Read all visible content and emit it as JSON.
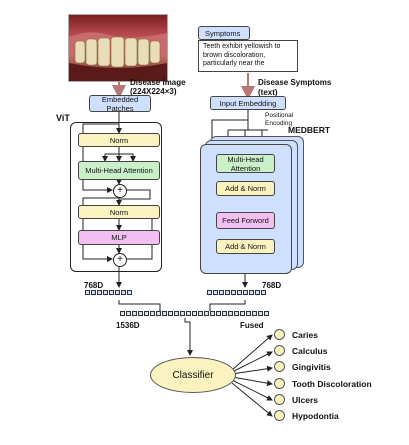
{
  "image_caption": "Disease Image",
  "image_dims": "(224X224×3)",
  "vit": {
    "title": "ViT",
    "embedded": "Embedded Patches",
    "norm1": "Norm",
    "mha": "Multi-Head Attention",
    "norm2": "Norm",
    "mlp": "MLP"
  },
  "symptoms": {
    "title": "Symptoms",
    "text": "Teeth exhibit yellowish to brown discoloration, particularly near the",
    "caption": "Disease  Symptoms (text)"
  },
  "medbert": {
    "title": "MEDBERT",
    "input_embedding": "Input Embedding",
    "positional": "Positional Encoding",
    "mha": "Multi-Head Attention",
    "add_norm1": "Add & Norm",
    "feed_forward": "Feed Forword",
    "add_norm2": "Add & Norm"
  },
  "fusion": {
    "left_dim": "768D",
    "right_dim": "768D",
    "fused_dim": "1536D",
    "fused_label": "Fused"
  },
  "classifier": {
    "label": "Classifier",
    "classes": [
      "Caries",
      "Calculus",
      "Gingivitis",
      "Tooth Discoloration",
      "Ulcers",
      "Hypodontia"
    ]
  }
}
